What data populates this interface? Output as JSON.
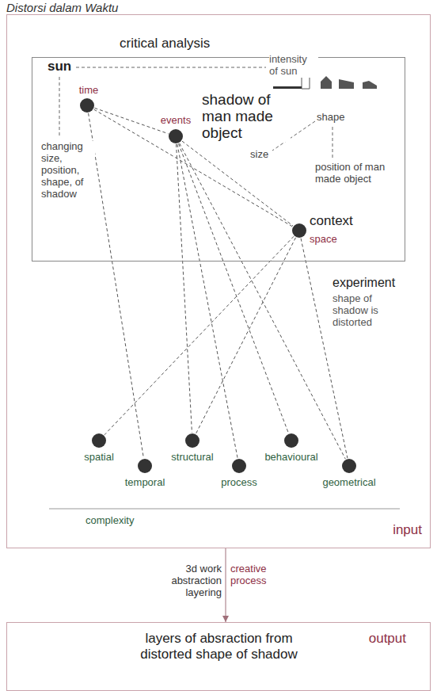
{
  "diagram": {
    "title": "Distorsi dalam Waktu",
    "nodes": [
      {
        "text": [
          "input"
        ]
      },
      {
        "text": [
          "critical analysis"
        ],
        "in": 0
      },
      {
        "text": [
          "time"
        ],
        "in": 1
      },
      {
        "text": [
          "events"
        ],
        "in": 1
      },
      {
        "text": [
          "context",
          "space"
        ],
        "in": 1
      },
      {
        "text": [
          "spatial"
        ],
        "in": 0
      },
      {
        "text": [
          "temporal"
        ],
        "in": 0
      },
      {
        "text": [
          "structural"
        ],
        "in": 0
      },
      {
        "text": [
          "process"
        ],
        "in": 0
      },
      {
        "text": [
          "behavioural"
        ],
        "in": 0
      },
      {
        "text": [
          "geometrical"
        ],
        "in": 0
      },
      {
        "text": [
          "layers of absraction from distorted shape of shadow",
          "output"
        ]
      }
    ],
    "edges": [
      {
        "from": 2,
        "to": 3,
        "arrow": "none"
      },
      {
        "from": 2,
        "to": 4,
        "arrow": "none"
      },
      {
        "from": 2,
        "to": 6,
        "arrow": "none"
      },
      {
        "from": 3,
        "to": 4,
        "arrow": "none"
      },
      {
        "from": 3,
        "to": 7,
        "arrow": "none"
      },
      {
        "from": 3,
        "to": 8,
        "arrow": "none"
      },
      {
        "from": 3,
        "to": 9,
        "arrow": "none"
      },
      {
        "from": 3,
        "to": 10,
        "arrow": "none"
      },
      {
        "from": 4,
        "to": 5,
        "arrow": "none"
      },
      {
        "from": 4,
        "to": 7,
        "arrow": "none"
      },
      {
        "from": 4,
        "to": 10,
        "arrow": "none"
      },
      {
        "from": 0,
        "to": 11,
        "label": "creative process",
        "arrow": "to"
      }
    ],
    "labels": [
      "sun",
      "intensity of sun",
      "changing size, position, shape, of shadow",
      "shadow of man made object",
      "shape",
      "size",
      "position of man made object",
      "experiment",
      "shape of shadow is distorted",
      "complexity",
      "3d work abstraction layering"
    ]
  }
}
